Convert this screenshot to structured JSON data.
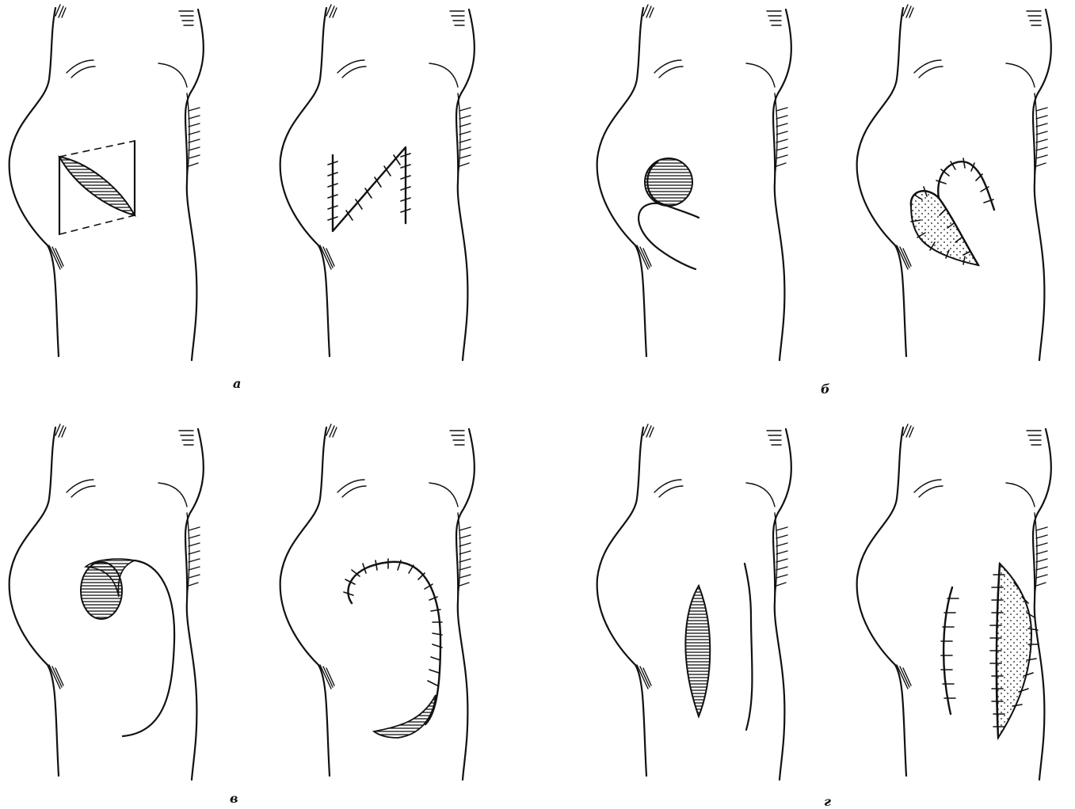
{
  "figure": {
    "panels": [
      {
        "id": "a",
        "label": "а"
      },
      {
        "id": "b",
        "label": "б"
      },
      {
        "id": "v",
        "label": "в"
      },
      {
        "id": "g",
        "label": "г"
      }
    ]
  }
}
